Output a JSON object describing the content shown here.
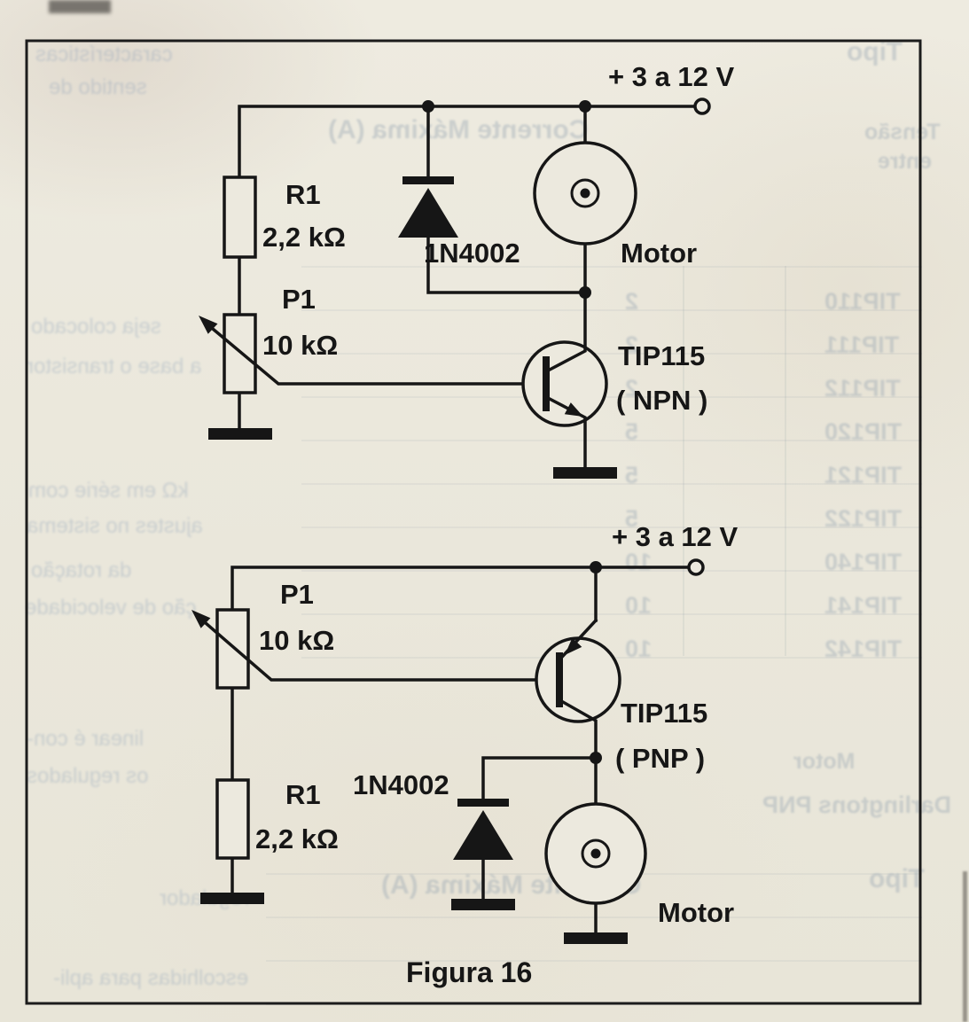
{
  "figure": {
    "caption": "Figura 16"
  },
  "colors": {
    "ink": "#161616",
    "paper": "#ece9de"
  },
  "circuits": {
    "npn": {
      "supply_label": "+ 3 a 12 V",
      "r1_ref": "R1",
      "r1_value": "2,2 kΩ",
      "p1_ref": "P1",
      "p1_value": "10 kΩ",
      "diode_label": "1N4002",
      "motor_label": "Motor",
      "transistor_label": "TIP115",
      "transistor_polarity": "( NPN )"
    },
    "pnp": {
      "supply_label": "+ 3 a 12 V",
      "r1_ref": "R1",
      "r1_value": "2,2 kΩ",
      "p1_ref": "P1",
      "p1_value": "10 kΩ",
      "diode_label": "1N4002",
      "motor_label": "Motor",
      "transistor_label": "TIP115",
      "transistor_polarity": "( PNP )"
    }
  },
  "bleedthrough": {
    "header_current": "Corrente Máxima (A)",
    "header_type": "Tipo",
    "header_voltage": "Tensão",
    "header_voltage2": "entre",
    "rows": [
      "TIP110",
      "TIP111",
      "TIP112",
      "TIP120",
      "TIP121",
      "TIP122",
      "TIP140",
      "TIP141",
      "TIP142"
    ],
    "values": [
      "2",
      "2",
      "2",
      "5",
      "5",
      "5",
      "10",
      "10",
      "10"
    ],
    "darlingtons": "Darlingtons PNP",
    "motor": "Motor",
    "footer_type": "Tipo",
    "footer_current": "Corrente Máxima (A)",
    "notes": [
      "características",
      "sentido de",
      "seja colocado",
      "a base o transistor",
      "kΩ em série com",
      "ajustes no sistema",
      "da rotação",
      "ção de velocidade",
      "linear é con-",
      "os regulados",
      "escolhidas para apli-",
      "regulador"
    ]
  }
}
